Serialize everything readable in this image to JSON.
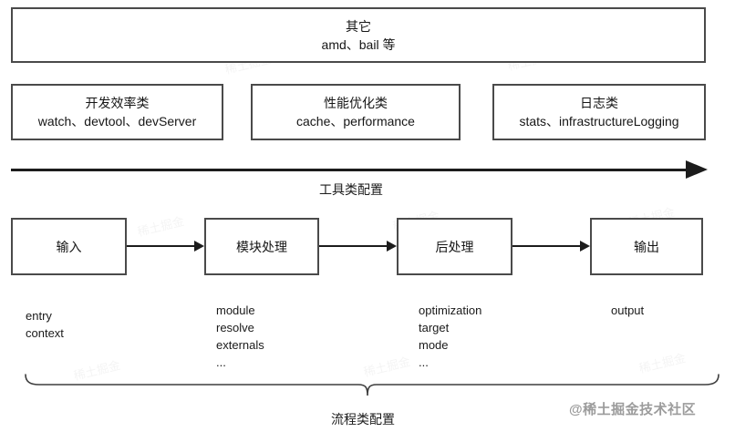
{
  "other_box": {
    "title": "其它",
    "subtitle": "amd、bail 等"
  },
  "tool_groups": [
    {
      "title": "开发效率类",
      "subtitle": "watch、devtool、devServer"
    },
    {
      "title": "性能优化类",
      "subtitle": "cache、performance"
    },
    {
      "title": "日志类",
      "subtitle": "stats、infrastructureLogging"
    }
  ],
  "tool_axis_label": "工具类配置",
  "flow_steps": [
    {
      "label": "输入",
      "options": "entry\ncontext"
    },
    {
      "label": "模块处理",
      "options": "module\nresolve\nexternals\n..."
    },
    {
      "label": "后处理",
      "options": "optimization\ntarget\nmode\n..."
    },
    {
      "label": "输出",
      "options": "output"
    }
  ],
  "flow_axis_label": "流程类配置",
  "watermark": {
    "brand": "@稀土掘金技术社区",
    "faint": "稀土掘金"
  },
  "colors": {
    "box_border": "#4a4a4a",
    "line": "#1c1c1c",
    "text": "#161616",
    "watermark": "#9c9c9c"
  }
}
